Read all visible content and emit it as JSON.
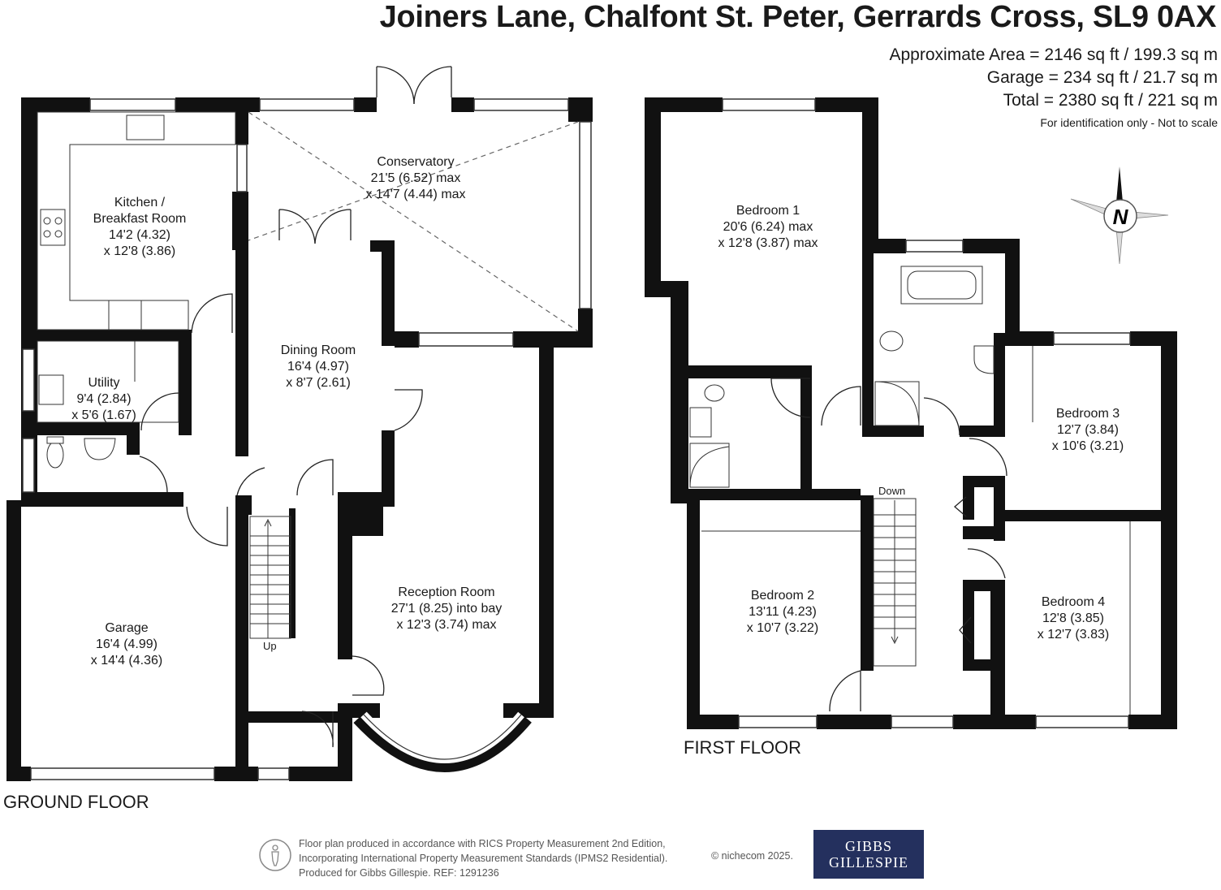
{
  "header": {
    "address": "Joiners Lane, Chalfont St. Peter, Gerrards Cross, SL9 0AX",
    "area_approx": "Approximate Area = 2146 sq ft / 199.3 sq m",
    "area_garage": "Garage = 234 sq ft / 21.7 sq m",
    "area_total": "Total = 2380 sq ft / 221 sq m",
    "disclaimer": "For identification only - Not to scale"
  },
  "ground_floor": {
    "label": "GROUND FLOOR",
    "rooms": {
      "kitchen": {
        "name1": "Kitchen /",
        "name2": "Breakfast Room",
        "dim1": "14'2 (4.32)",
        "dim2": "x 12'8 (3.86)"
      },
      "conservatory": {
        "name": "Conservatory",
        "dim1": "21'5 (6.52) max",
        "dim2": "x 14'7 (4.44) max"
      },
      "utility": {
        "name": "Utility",
        "dim1": "9'4 (2.84)",
        "dim2": "x 5'6 (1.67)"
      },
      "dining": {
        "name": "Dining Room",
        "dim1": "16'4 (4.97)",
        "dim2": "x 8'7 (2.61)"
      },
      "reception": {
        "name": "Reception Room",
        "dim1": "27'1 (8.25) into bay",
        "dim2": "x 12'3 (3.74) max"
      },
      "garage": {
        "name": "Garage",
        "dim1": "16'4 (4.99)",
        "dim2": "x 14'4 (4.36)"
      }
    },
    "stairs_label": "Up"
  },
  "first_floor": {
    "label": "FIRST FLOOR",
    "rooms": {
      "bedroom1": {
        "name": "Bedroom 1",
        "dim1": "20'6 (6.24) max",
        "dim2": "x 12'8 (3.87) max"
      },
      "bedroom2": {
        "name": "Bedroom 2",
        "dim1": "13'11 (4.23)",
        "dim2": "x 10'7 (3.22)"
      },
      "bedroom3": {
        "name": "Bedroom 3",
        "dim1": "12'7 (3.84)",
        "dim2": "x 10'6 (3.21)"
      },
      "bedroom4": {
        "name": "Bedroom 4",
        "dim1": "12'8 (3.85)",
        "dim2": "x 12'7 (3.83)"
      }
    },
    "stairs_label": "Down"
  },
  "compass": {
    "letter": "N",
    "icon": "north-arrow-icon"
  },
  "footer": {
    "line1": "Floor plan produced in accordance with RICS Property Measurement 2nd Edition,",
    "line2": "Incorporating International Property Measurement Standards (IPMS2 Residential).",
    "line3": "Produced for Gibbs Gillespie.   REF:  1291236",
    "copyright": "© nichecom 2025.",
    "logo_line1": "GIBBS",
    "logo_line2": "GILLESPIE",
    "logo_color": "#24305e"
  },
  "colors": {
    "wall": "#111111",
    "text": "#1a1a1a"
  }
}
